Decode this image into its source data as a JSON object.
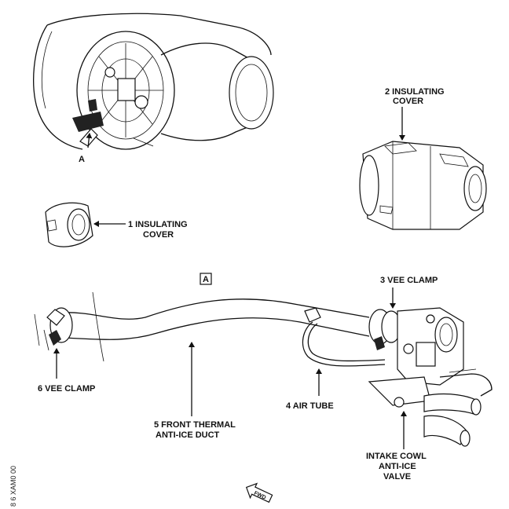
{
  "labels": {
    "engine_view": "A",
    "cover1_line1": "1 INSULATING",
    "cover1_line2": "COVER",
    "cover2_line1": "2 INSULATING",
    "cover2_line2": "COVER",
    "detail_box": "A",
    "vee_clamp_3": "3 VEE CLAMP",
    "air_tube_4": "4 AIR TUBE",
    "duct_5_line1": "5 FRONT THERMAL",
    "duct_5_line2": "ANTI-ICE DUCT",
    "vee_clamp_6": "6 VEE CLAMP",
    "valve_line1": "INTAKE COWL",
    "valve_line2": "ANTI-ICE",
    "valve_line3": "VALVE",
    "fwd_arrow": "FWD",
    "side_code": "8 6 XAM0 00"
  }
}
